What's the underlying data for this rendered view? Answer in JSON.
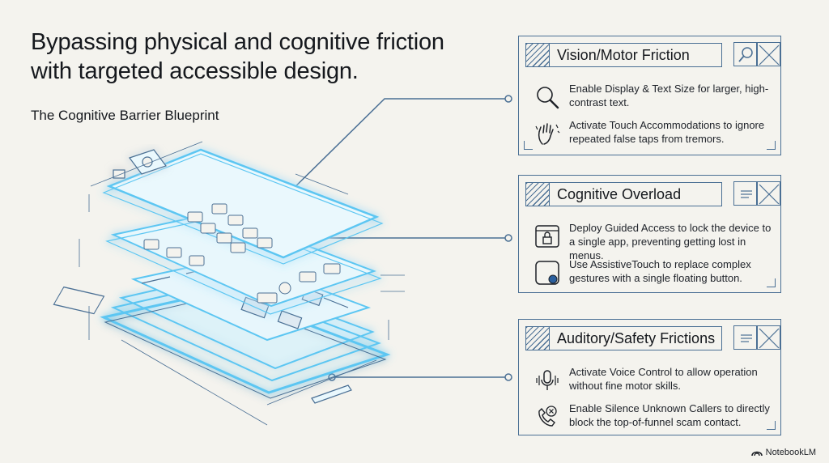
{
  "headline": "Bypassing physical and cognitive friction with targeted accessible design.",
  "subtitle": "The Cognitive Barrier Blueprint",
  "colors": {
    "line": "#4a6f94",
    "glow": "#6fd3ff",
    "background": "#f4f3ee"
  },
  "panels": [
    {
      "title": "Vision/Motor Friction",
      "head_icons": [
        "magnifier-icon",
        "cross-box-icon"
      ],
      "items": [
        {
          "icon": "magnifier-icon",
          "text": "Enable Display & Text Size for larger, high-contrast text."
        },
        {
          "icon": "hand-tremor-icon",
          "text": "Activate Touch Accommodations to ignore repeated false taps from tremors."
        }
      ]
    },
    {
      "title": "Cognitive Overload",
      "head_icons": [
        "text-lines-icon",
        "cross-box-icon"
      ],
      "items": [
        {
          "icon": "lock-window-icon",
          "text": "Deploy Guided Access to lock the device to a single app, preventing getting lost in menus."
        },
        {
          "icon": "floating-button-icon",
          "text": "Use AssistiveTouch to replace complex gestures with a single floating button."
        }
      ]
    },
    {
      "title": "Auditory/Safety Frictions",
      "head_icons": [
        "text-lines-icon",
        "cross-box-icon"
      ],
      "items": [
        {
          "icon": "microphone-icon",
          "text": "Activate Voice Control to allow operation without fine motor skills."
        },
        {
          "icon": "blocked-phone-icon",
          "text": "Enable Silence Unknown Callers to directly block the top-of-funnel scam contact."
        }
      ]
    }
  ],
  "brand": "NotebookLM"
}
